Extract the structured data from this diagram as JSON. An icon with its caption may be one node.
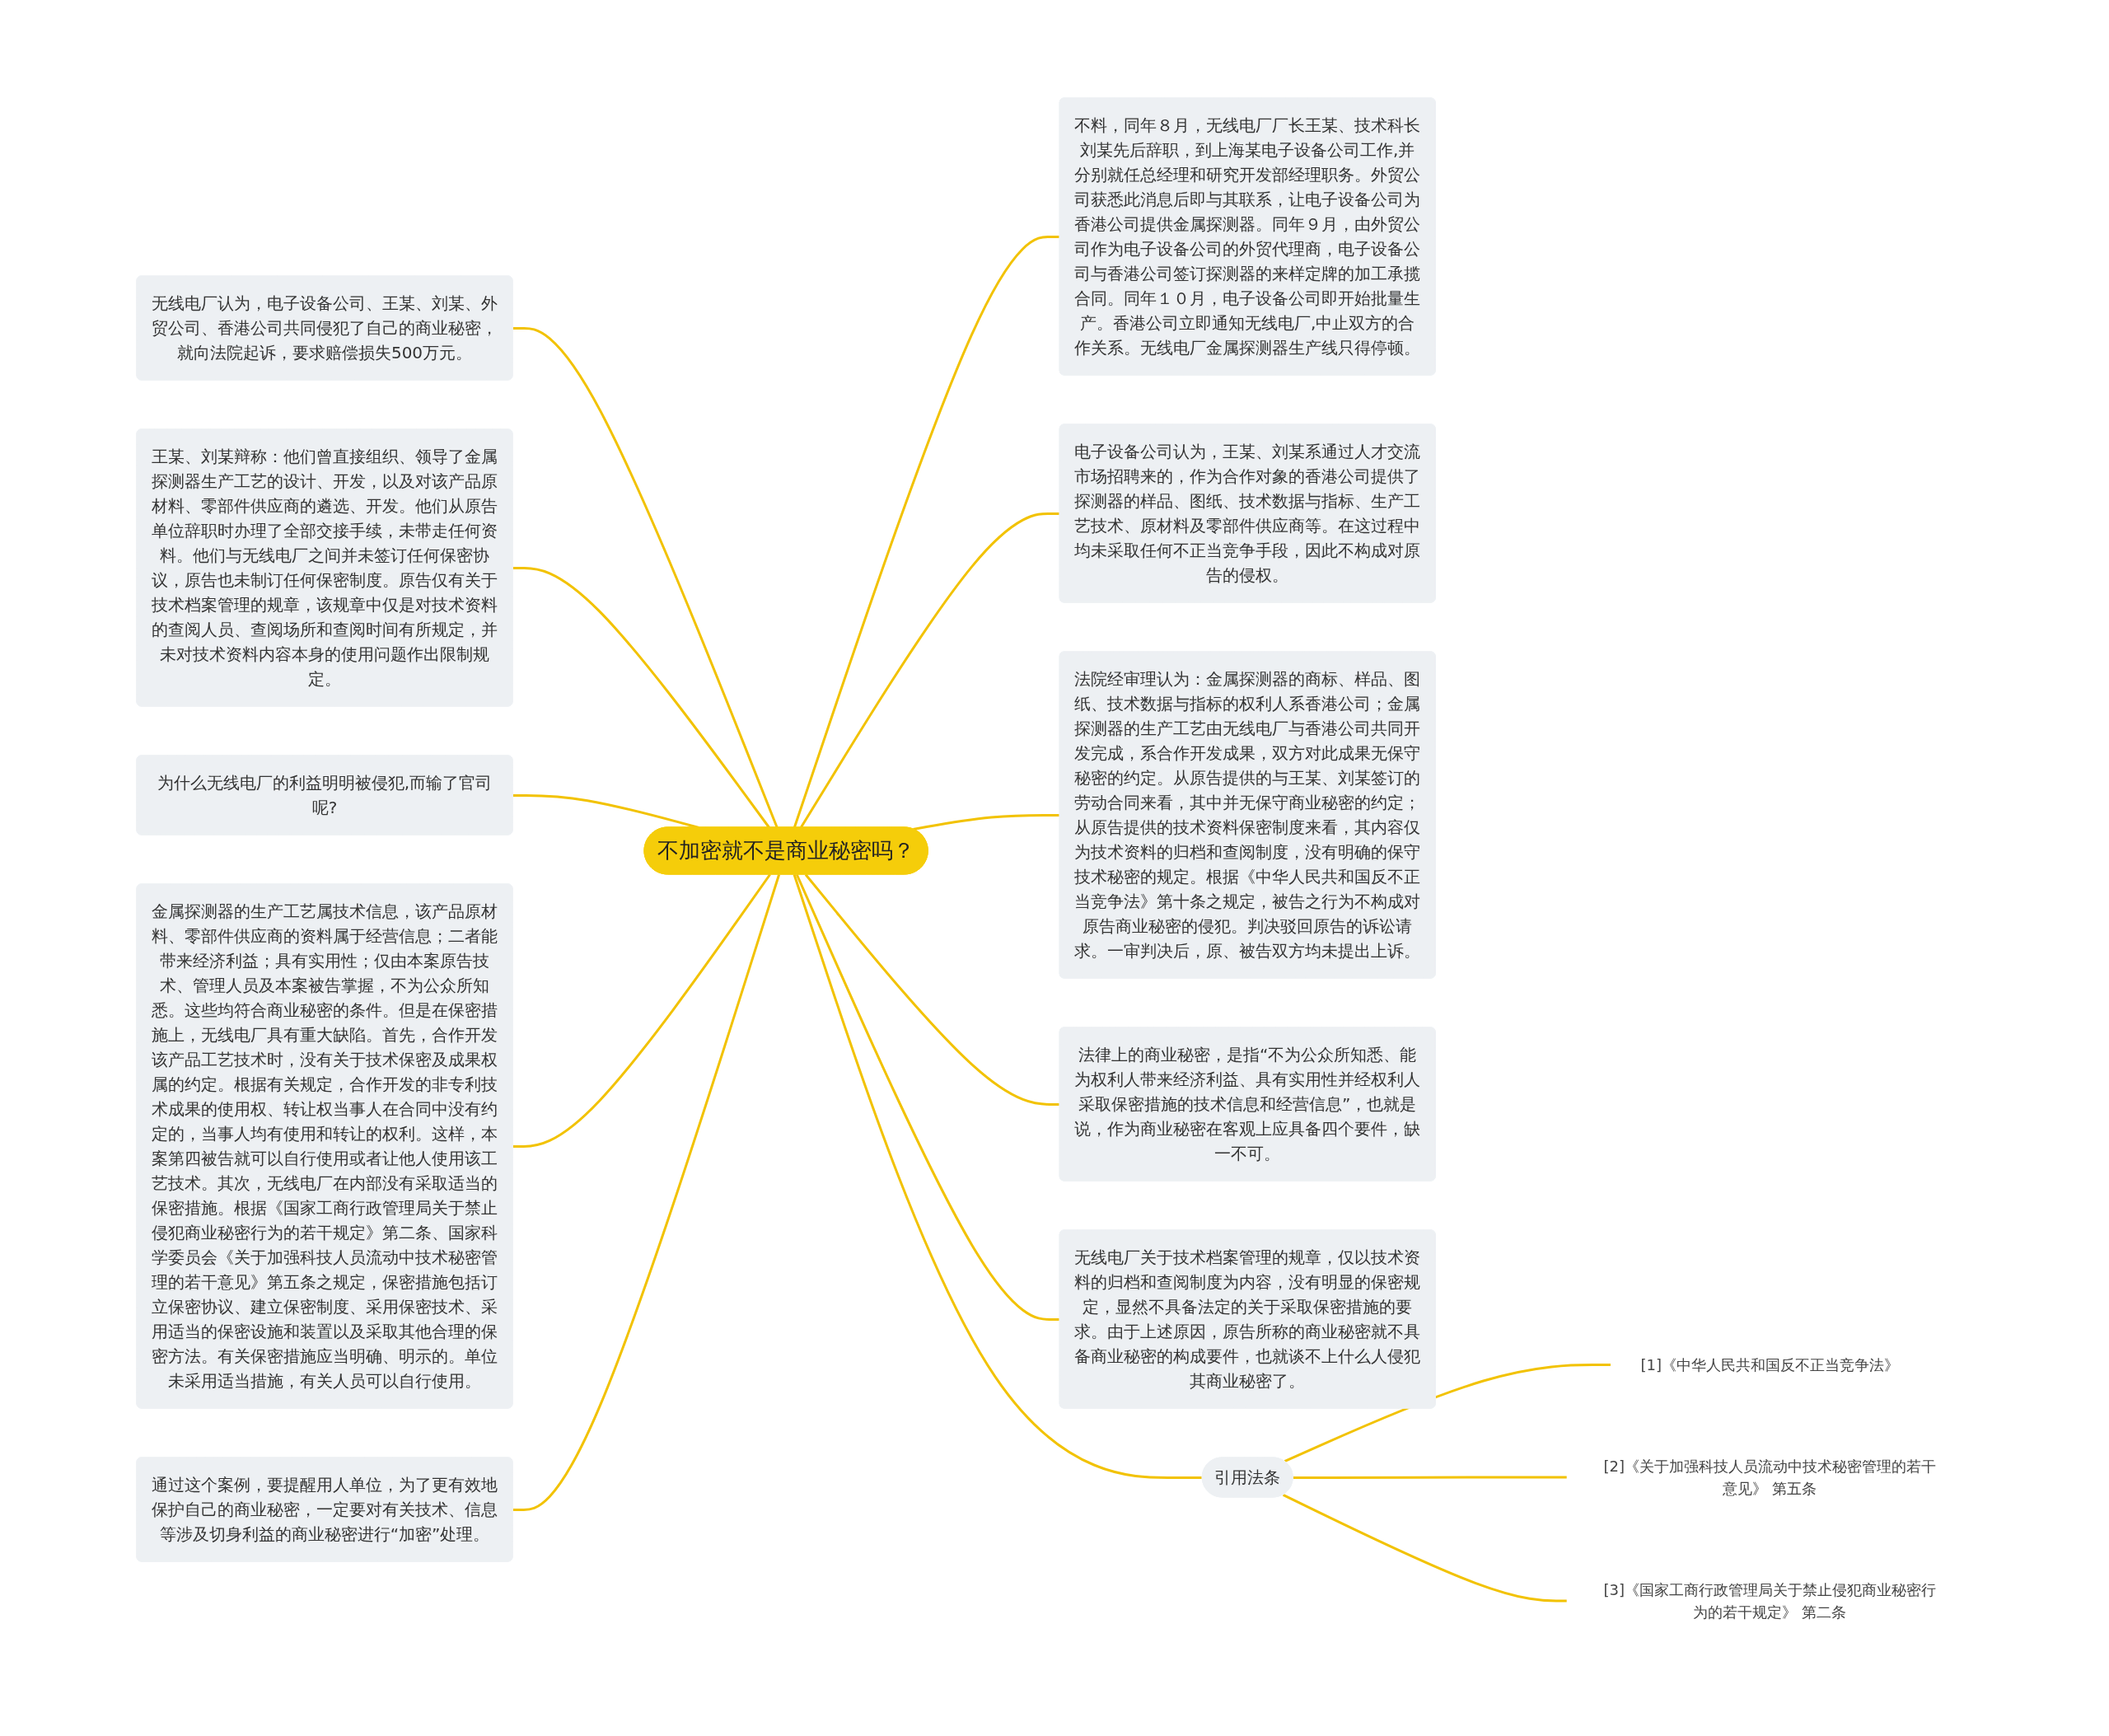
{
  "diagram": {
    "nodes": [
      {
        "text": [
          "不加密就不是商业秘密吗？"
        ]
      },
      {
        "text": [
          "无线电厂认为，电子设备公司、王某、刘某、外贸公司、香港公司共同侵犯了自己的商业秘密，就向法院起诉，要求赔偿损失500万元。"
        ]
      },
      {
        "text": [
          "王某、刘某辩称：他们曾直接组织、领导了金属探测器生产工艺的设计、开发，以及对该产品原材料、零部件供应商的遴选、开发。他们从原告单位辞职时办理了全部交接手续，未带走任何资料。他们与无线电厂之间并未签订任何保密协议，原告也未制订任何保密制度。原告仅有关于技术档案管理的规章，该规章中仅是对技术资料的查阅人员、查阅场所和查阅时间有所规定，并未对技术资料内容本身的使用问题作出限制规定。"
        ]
      },
      {
        "text": [
          "为什么无线电厂的利益明明被侵犯,而输了官司呢?"
        ]
      },
      {
        "text": [
          "金属探测器的生产工艺属技术信息，该产品原材料、零部件供应商的资料属于经营信息；二者能带来经济利益；具有实用性；仅由本案原告技术、管理人员及本案被告掌握，不为公众所知悉。这些均符合商业秘密的条件。但是在保密措施上，无线电厂具有重大缺陷。首先，合作开发该产品工艺技术时，没有关于技术保密及成果权属的约定。根据有关规定，合作开发的非专利技术成果的使用权、转让权当事人在合同中没有约定的，当事人均有使用和转让的权利。这样，本案第四被告就可以自行使用或者让他人使用该工艺技术。其次，无线电厂在内部没有采取适当的保密措施。根据《国家工商行政管理局关于禁止侵犯商业秘密行为的若干规定》第二条、国家科学委员会《关于加强科技人员流动中技术秘密管理的若干意见》第五条之规定，保密措施包括订立保密协议、建立保密制度、采用保密技术、采用适当的保密设施和装置以及采取其他合理的保密方法。有关保密措施应当明确、明示的。单位未采用适当措施，有关人员可以自行使用。"
        ]
      },
      {
        "text": [
          "通过这个案例，要提醒用人单位，为了更有效地保护自己的商业秘密，一定要对有关技术、信息等涉及切身利益的商业秘密进行“加密”处理。"
        ]
      },
      {
        "text": [
          "不料，同年８月，无线电厂厂长王某、技术科长刘某先后辞职，到上海某电子设备公司工作,并分别就任总经理和研究开发部经理职务。外贸公司获悉此消息后即与其联系，让电子设备公司为香港公司提供金属探测器。同年９月，由外贸公司作为电子设备公司的外贸代理商，电子设备公司与香港公司签订探测器的来样定牌的加工承揽合同。同年１０月，电子设备公司即开始批量生产。香港公司立即通知无线电厂,中止双方的合作关系。无线电厂金属探测器生产线只得停顿。"
        ]
      },
      {
        "text": [
          "电子设备公司认为，王某、刘某系通过人才交流市场招聘来的，作为合作对象的香港公司提供了探测器的样品、图纸、技术数据与指标、生产工艺技术、原材料及零部件供应商等。在这过程中均未采取任何不正当竞争手段，因此不构成对原告的侵权。"
        ]
      },
      {
        "text": [
          "法院经审理认为：金属探测器的商标、样品、图纸、技术数据与指标的权利人系香港公司；金属探测器的生产工艺由无线电厂与香港公司共同开发完成，系合作开发成果，双方对此成果无保守秘密的约定。从原告提供的与王某、刘某签订的劳动合同来看，其中并无保守商业秘密的约定；从原告提供的技术资料保密制度来看，其内容仅为技术资料的归档和查阅制度，没有明确的保守技术秘密的规定。根据《中华人民共和国反不正当竞争法》第十条之规定，被告之行为不构成对原告商业秘密的侵犯。判决驳回原告的诉讼请求。一审判决后，原、被告双方均未提出上诉。"
        ]
      },
      {
        "text": [
          "法律上的商业秘密，是指“不为公众所知悉、能为权利人带来经济利益、具有实用性并经权利人采取保密措施的技术信息和经营信息”，也就是说，作为商业秘密在客观上应具备四个要件，缺一不可。"
        ]
      },
      {
        "text": [
          "无线电厂关于技术档案管理的规章，仅以技术资料的归档和查阅制度为内容，没有明显的保密规定，显然不具备法定的关于采取保密措施的要求。由于上述原因，原告所称的商业秘密就不具备商业秘密的构成要件，也就谈不上什么人侵犯其商业秘密了。"
        ]
      },
      {
        "text": [
          "引用法条"
        ]
      },
      {
        "text": [
          "[1]《中华人民共和国反不正当竞争法》"
        ]
      },
      {
        "text": [
          "[2]《关于加强科技人员流动中技术秘密管理的若干意见》 第五条"
        ]
      },
      {
        "text": [
          "[3]《国家工商行政管理局关于禁止侵犯商业秘密行为的若干规定》 第二条"
        ]
      }
    ],
    "edges": [
      {
        "from": 1,
        "to": 0,
        "arrow": "none"
      },
      {
        "from": 2,
        "to": 0,
        "arrow": "none"
      },
      {
        "from": 3,
        "to": 0,
        "arrow": "none"
      },
      {
        "from": 4,
        "to": 0,
        "arrow": "none"
      },
      {
        "from": 5,
        "to": 0,
        "arrow": "none"
      },
      {
        "from": 0,
        "to": 6,
        "arrow": "none"
      },
      {
        "from": 0,
        "to": 7,
        "arrow": "none"
      },
      {
        "from": 0,
        "to": 8,
        "arrow": "none"
      },
      {
        "from": 0,
        "to": 9,
        "arrow": "none"
      },
      {
        "from": 0,
        "to": 10,
        "arrow": "none"
      },
      {
        "from": 0,
        "to": 11,
        "arrow": "none"
      },
      {
        "from": 11,
        "to": 12,
        "arrow": "none"
      },
      {
        "from": 11,
        "to": 13,
        "arrow": "none"
      },
      {
        "from": 11,
        "to": 14,
        "arrow": "none"
      }
    ]
  }
}
